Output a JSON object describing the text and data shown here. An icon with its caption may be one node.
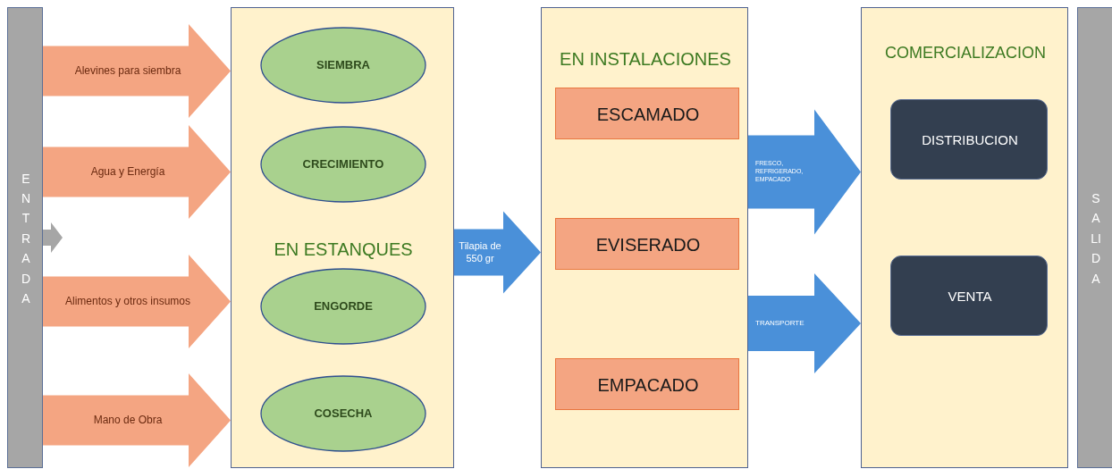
{
  "diagram": {
    "nodes": [
      {
        "text": [
          "ENTRADA"
        ]
      },
      {
        "text": [
          "EN ESTANQUES"
        ]
      },
      {
        "text": [
          "SIEMBRA"
        ],
        "in": 1
      },
      {
        "text": [
          "CRECIMIENTO"
        ],
        "in": 1
      },
      {
        "text": [
          "ENGORDE"
        ],
        "in": 1
      },
      {
        "text": [
          "COSECHA"
        ],
        "in": 1
      },
      {
        "text": [
          "EN INSTALACIONES"
        ]
      },
      {
        "text": [
          "ESCAMADO"
        ],
        "in": 6
      },
      {
        "text": [
          "EVISERADO"
        ],
        "in": 6
      },
      {
        "text": [
          "EMPACADO"
        ],
        "in": 6
      },
      {
        "text": [
          "COMERCIALIZACION"
        ]
      },
      {
        "text": [
          "DISTRIBUCION"
        ],
        "in": 10
      },
      {
        "text": [
          "VENTA"
        ],
        "in": 10
      },
      {
        "text": [
          "SALIDA"
        ]
      }
    ],
    "edges": [
      {
        "from": 0,
        "to": null,
        "arrow": "to",
        "color": "#a6a6a6"
      },
      {
        "from": 0,
        "to": 1,
        "arrow": "to",
        "label": "Alevines para siembra"
      },
      {
        "from": 0,
        "to": 1,
        "arrow": "to",
        "label": "Agua y Energía"
      },
      {
        "from": 0,
        "to": 1,
        "arrow": "to",
        "label": "Alimentos y otros insumos"
      },
      {
        "from": 0,
        "to": 1,
        "arrow": "to",
        "label": "Mano de Obra"
      },
      {
        "from": 1,
        "to": 6,
        "arrow": "to",
        "label": "Tilapia de 550 gr",
        "color": "#4a90d9"
      },
      {
        "from": 6,
        "to": 10,
        "arrow": "to",
        "label": "FRESCO, REFRIGERADO, EMPACADO",
        "color": "#4a90d9"
      },
      {
        "from": 6,
        "to": 10,
        "arrow": "to",
        "label": "TRANSPORTE",
        "color": "#4a90d9"
      }
    ]
  }
}
